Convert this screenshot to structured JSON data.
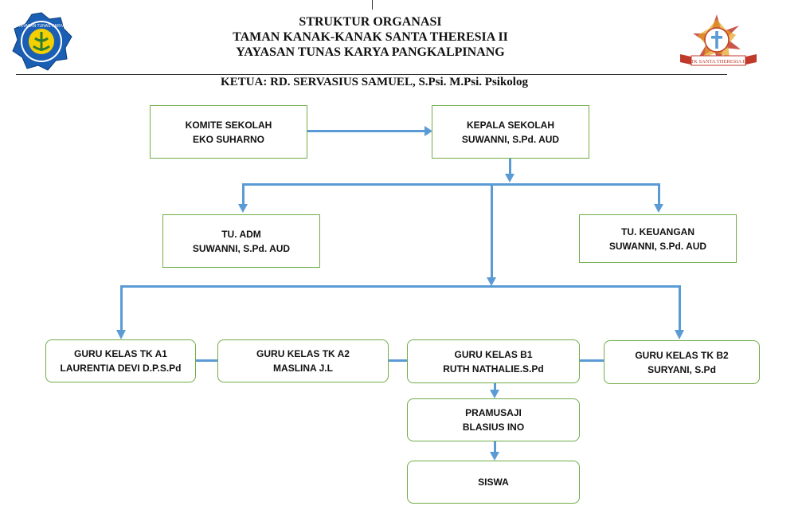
{
  "header": {
    "title_line1": "STRUKTUR ORGANASI",
    "title_line2": "TAMAN KANAK-KANAK SANTA THERESIA II",
    "title_line3": "YAYASAN TUNAS KARYA PANGKALPINANG",
    "ketua": "KETUA: RD. SERVASIUS SAMUEL, S.Psi. M.Psi. Psikolog"
  },
  "logos": {
    "left_text": "YAYASAN TUNAS KARYA",
    "right_text": "TK SANTA THERESIA II"
  },
  "nodes": {
    "komite": {
      "title": "KOMITE SEKOLAH",
      "name": "EKO SUHARNO"
    },
    "kepala": {
      "title": "KEPALA SEKOLAH",
      "name": "SUWANNI, S.Pd. AUD"
    },
    "tu_adm": {
      "title": "TU. ADM",
      "name": "SUWANNI, S.Pd. AUD"
    },
    "tu_keu": {
      "title": "TU. KEUANGAN",
      "name": "SUWANNI, S.Pd. AUD"
    },
    "guru_a1": {
      "title": "GURU KELAS TK A1",
      "name": "LAURENTIA DEVI D.P.S.Pd"
    },
    "guru_a2": {
      "title": "GURU KELAS TK A2",
      "name": "MASLINA J.L"
    },
    "guru_b1": {
      "title": "GURU KELAS  B1",
      "name": "RUTH NATHALIE.S.Pd"
    },
    "guru_b2": {
      "title": "GURU KELAS TK B2",
      "name": "SURYANI, S.Pd"
    },
    "pramusaji": {
      "title": "PRAMUSAJI",
      "name": "BLASIUS INO"
    },
    "siswa": {
      "title": "SISWA"
    }
  },
  "colors": {
    "box_border": "#70ad47",
    "connector": "#5b9bd5"
  }
}
